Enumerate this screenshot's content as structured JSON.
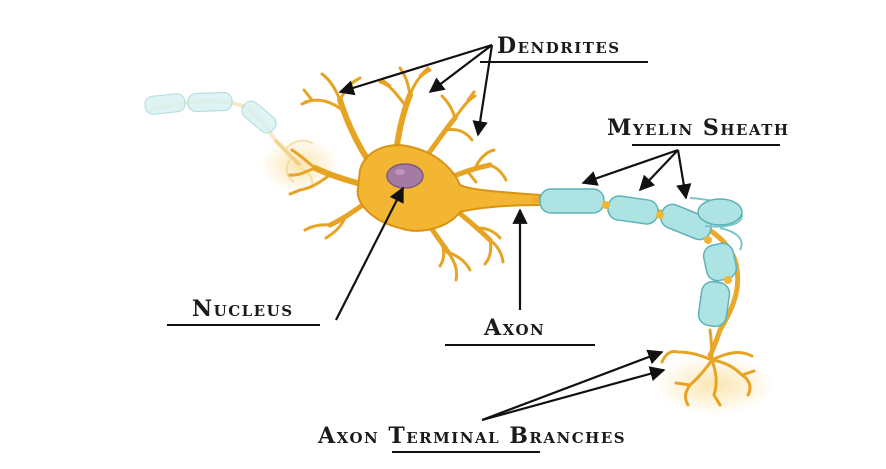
{
  "diagram": {
    "labels": {
      "dendrites": "Dendrites",
      "myelin_sheath": "Myelin Sheath",
      "nucleus": "Nucleus",
      "axon": "Axon",
      "axon_terminal_branches": "Axon Terminal Branches"
    },
    "colors": {
      "neuron_body": "#f2b632",
      "neuron_outline": "#d99415",
      "nucleus": "#a57ba6",
      "myelin": "#aee3e4",
      "myelin_outline": "#5fb2b7",
      "label_text": "#1a1a1a"
    }
  }
}
